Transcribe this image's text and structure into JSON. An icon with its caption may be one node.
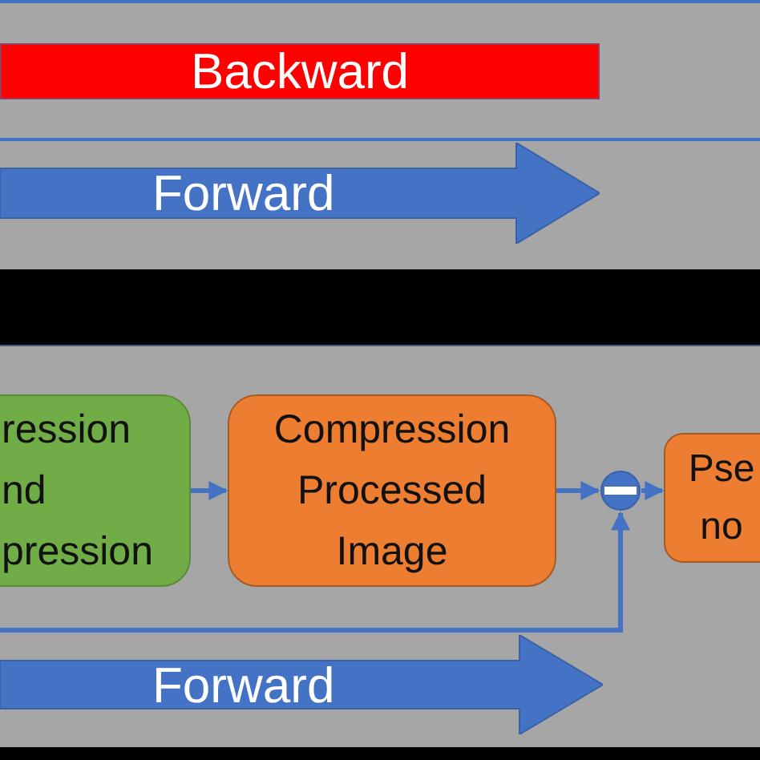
{
  "diagram": {
    "nodes": [
      {
        "text": [
          "Backward"
        ]
      },
      {
        "text": [
          "Forward"
        ]
      },
      {
        "text": [
          "ression nd pression"
        ]
      },
      {
        "text": [
          "Compression Processed Image"
        ]
      },
      {
        "text": [],
        "shape": "circle"
      },
      {
        "text": [
          "Pse no"
        ]
      },
      {
        "text": [
          "Forward"
        ]
      }
    ],
    "edges": [
      {
        "from": 2,
        "to": 3,
        "arrow": "to"
      },
      {
        "from": 3,
        "to": 4,
        "arrow": "to"
      },
      {
        "from": 4,
        "to": 5,
        "arrow": "to"
      },
      {
        "from": null,
        "to": 4,
        "arrow": "to"
      }
    ]
  }
}
